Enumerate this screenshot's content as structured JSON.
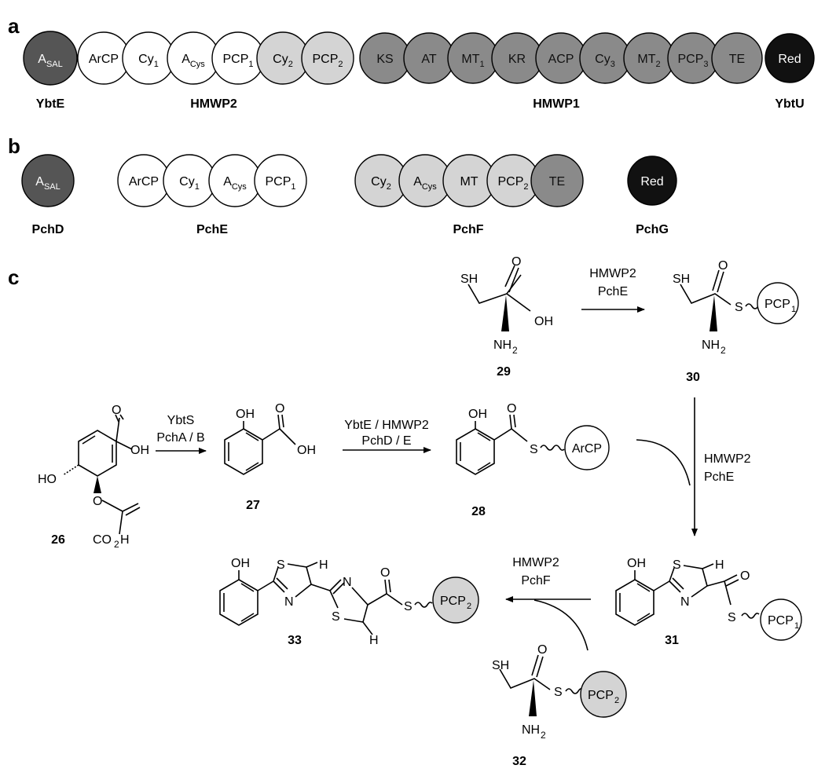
{
  "colors": {
    "white": "#ffffff",
    "light_gray": "#d4d4d4",
    "mid_gray": "#8a8a8a",
    "dark_gray": "#555555",
    "black": "#111111"
  },
  "panel_a": {
    "letter": "a",
    "ybte": {
      "label": "YbtE",
      "domains": [
        {
          "text": "A",
          "sub": "SAL"
        }
      ]
    },
    "hmwp2": {
      "label": "HMWP2",
      "domains": [
        {
          "text": "ArCP",
          "sub": ""
        },
        {
          "text": "Cy",
          "sub": "1"
        },
        {
          "text": "A",
          "sub": "Cys"
        },
        {
          "text": "PCP",
          "sub": "1"
        },
        {
          "text": "Cy",
          "sub": "2"
        },
        {
          "text": "PCP",
          "sub": "2"
        }
      ]
    },
    "hmwp1": {
      "label": "HMWP1",
      "domains": [
        {
          "text": "KS",
          "sub": ""
        },
        {
          "text": "AT",
          "sub": ""
        },
        {
          "text": "MT",
          "sub": "1"
        },
        {
          "text": "KR",
          "sub": ""
        },
        {
          "text": "ACP",
          "sub": ""
        },
        {
          "text": "Cy",
          "sub": "3"
        },
        {
          "text": "MT",
          "sub": "2"
        },
        {
          "text": "PCP",
          "sub": "3"
        },
        {
          "text": "TE",
          "sub": ""
        }
      ]
    },
    "ybtu": {
      "label": "YbtU",
      "domains": [
        {
          "text": "Red",
          "sub": ""
        }
      ]
    }
  },
  "panel_b": {
    "letter": "b",
    "pchd": {
      "label": "PchD",
      "domains": [
        {
          "text": "A",
          "sub": "SAL"
        }
      ]
    },
    "pche": {
      "label": "PchE",
      "domains": [
        {
          "text": "ArCP",
          "sub": ""
        },
        {
          "text": "Cy",
          "sub": "1"
        },
        {
          "text": "A",
          "sub": "Cys"
        },
        {
          "text": "PCP",
          "sub": "1"
        }
      ]
    },
    "pchf": {
      "label": "PchF",
      "domains": [
        {
          "text": "Cy",
          "sub": "2"
        },
        {
          "text": "A",
          "sub": "Cys"
        },
        {
          "text": "MT",
          "sub": ""
        },
        {
          "text": "PCP",
          "sub": "2"
        },
        {
          "text": "TE",
          "sub": ""
        }
      ]
    },
    "pchg": {
      "label": "PchG",
      "domains": [
        {
          "text": "Red",
          "sub": ""
        }
      ]
    }
  },
  "panel_c": {
    "letter": "c",
    "compounds": {
      "c26": "26",
      "c27": "27",
      "c28": "28",
      "c29": "29",
      "c30": "30",
      "c31": "31",
      "c32": "32",
      "c33": "33"
    },
    "arrows": {
      "a_26_27_top": "YbtS",
      "a_26_27_bottom": "PchA / B",
      "a_27_28_top": "YbtE / HMWP2",
      "a_27_28_bottom": "PchD / E",
      "a_29_30_top": "HMWP2",
      "a_29_30_bottom": "PchE",
      "a_30_31_top": "HMWP2",
      "a_30_31_bottom": "PchE",
      "a_31_33_top": "HMWP2",
      "a_31_33_bottom": "PchF"
    },
    "atoms": {
      "oh": "OH",
      "ho": "HO",
      "sh": "SH",
      "o": "O",
      "s": "S",
      "n": "N",
      "h": "H",
      "nh": "NH",
      "sub2": "2",
      "co2h": "CO",
      "co2h_end": "H"
    },
    "carrier_labels": {
      "pcp": "PCP",
      "sub1": "1",
      "sub2": "2",
      "arcp": "ArCP"
    }
  }
}
